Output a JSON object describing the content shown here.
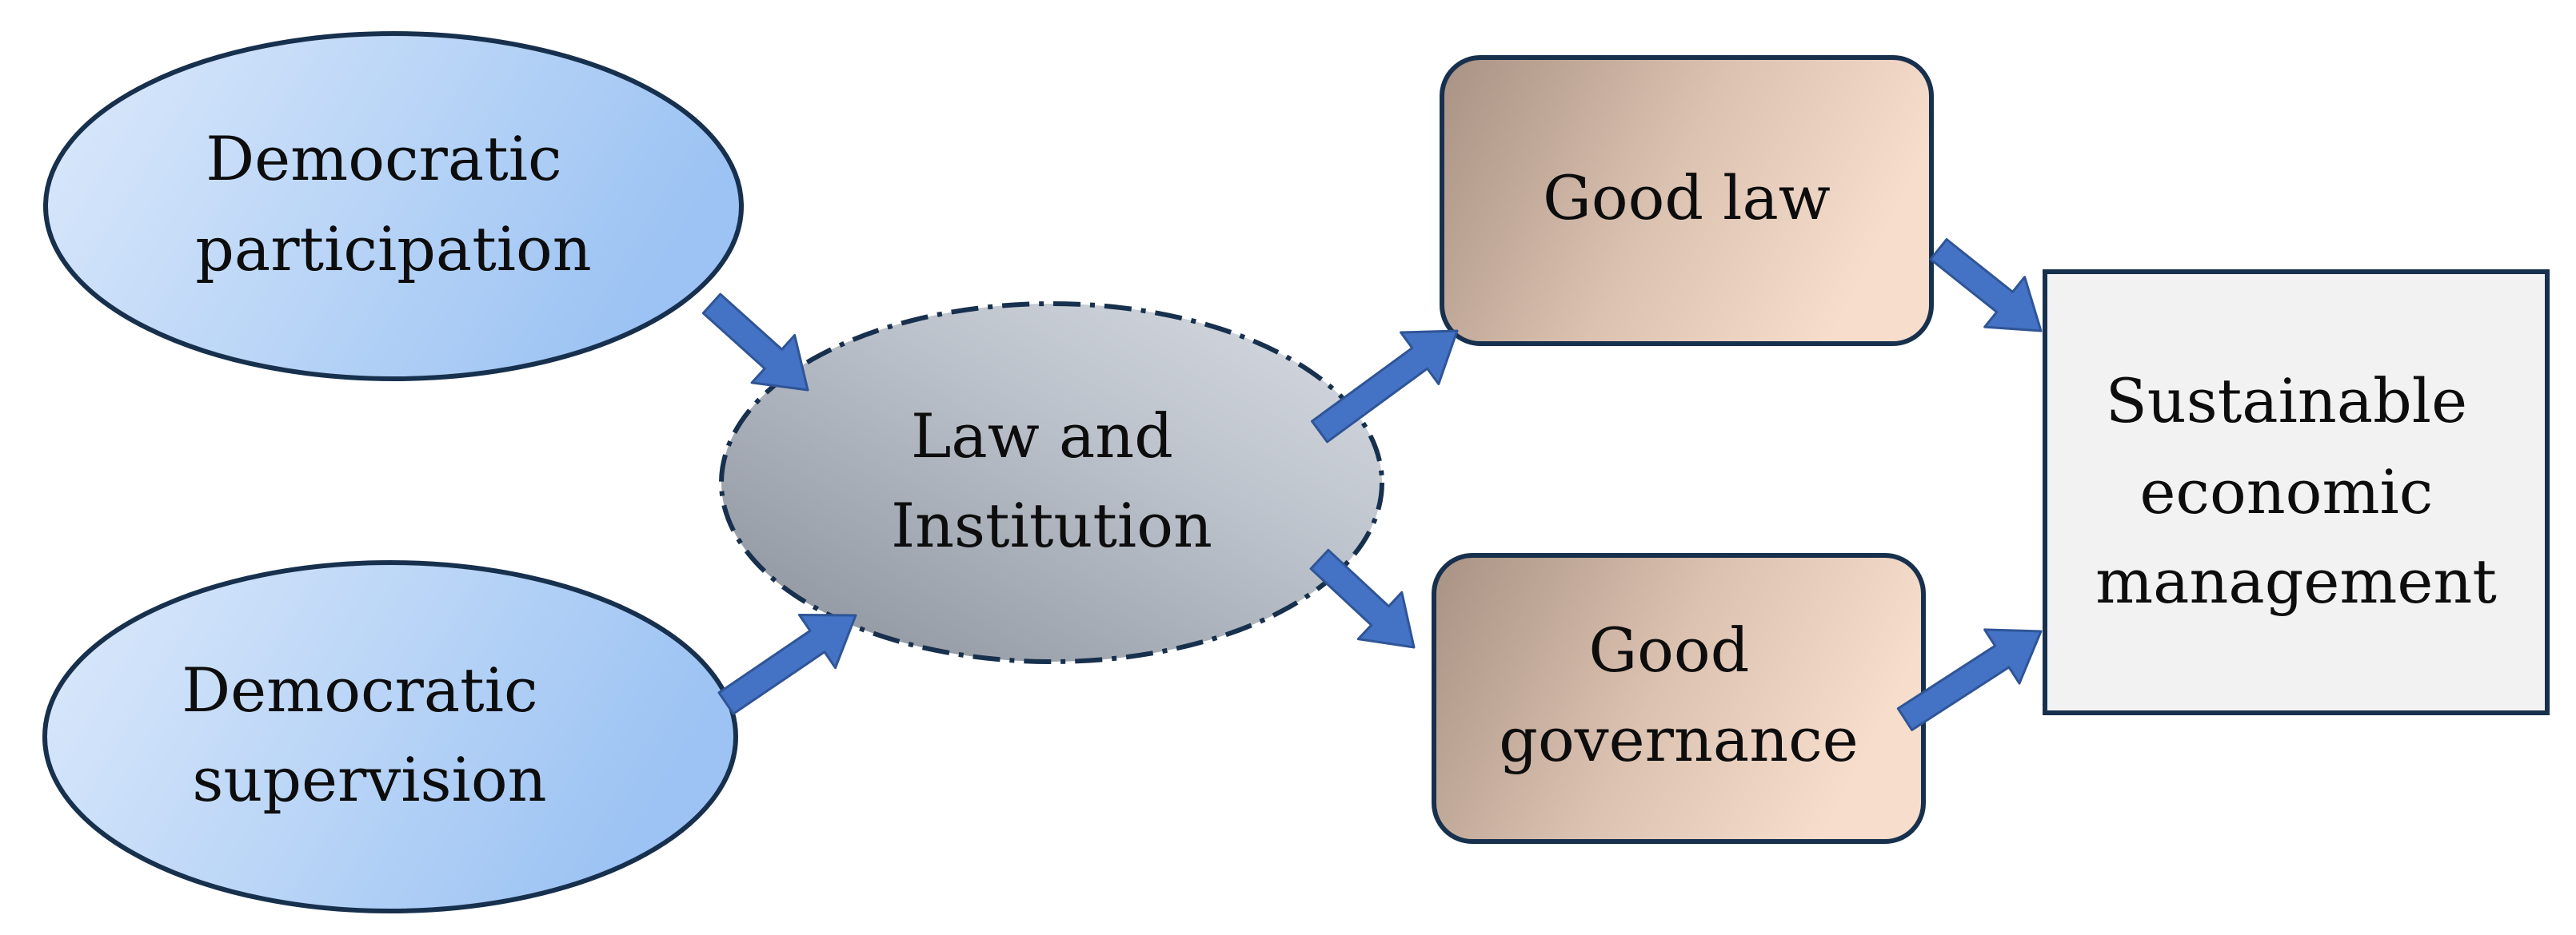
{
  "nodes": {
    "democratic_participation": {
      "lines": [
        "Democratic",
        "participation"
      ]
    },
    "democratic_supervision": {
      "lines": [
        "Democratic",
        "supervision"
      ]
    },
    "law_and_institution": {
      "lines": [
        "Law and",
        "Institution"
      ]
    },
    "good_law": {
      "lines": [
        "Good law"
      ]
    },
    "good_governance": {
      "lines": [
        "Good",
        "governance"
      ]
    },
    "sustainable_economic_management": {
      "lines": [
        "Sustainable",
        "economic",
        "management"
      ]
    }
  },
  "colors": {
    "blue_fill_light": "#ddeafb",
    "blue_fill_dark": "#9cc3f3",
    "gray_fill_light": "#d2d7df",
    "gray_fill_dark": "#8a909a",
    "tan_fill_light": "#f6ddcc",
    "tan_fill_dark": "#a89283",
    "box_fill": "#f2f2f2",
    "outline": "#17304d",
    "arrow": "#4472c4"
  },
  "connections": [
    {
      "from": "democratic_participation",
      "to": "law_and_institution"
    },
    {
      "from": "democratic_supervision",
      "to": "law_and_institution"
    },
    {
      "from": "law_and_institution",
      "to": "good_law"
    },
    {
      "from": "law_and_institution",
      "to": "good_governance"
    },
    {
      "from": "good_law",
      "to": "sustainable_economic_management"
    },
    {
      "from": "good_governance",
      "to": "sustainable_economic_management"
    }
  ]
}
